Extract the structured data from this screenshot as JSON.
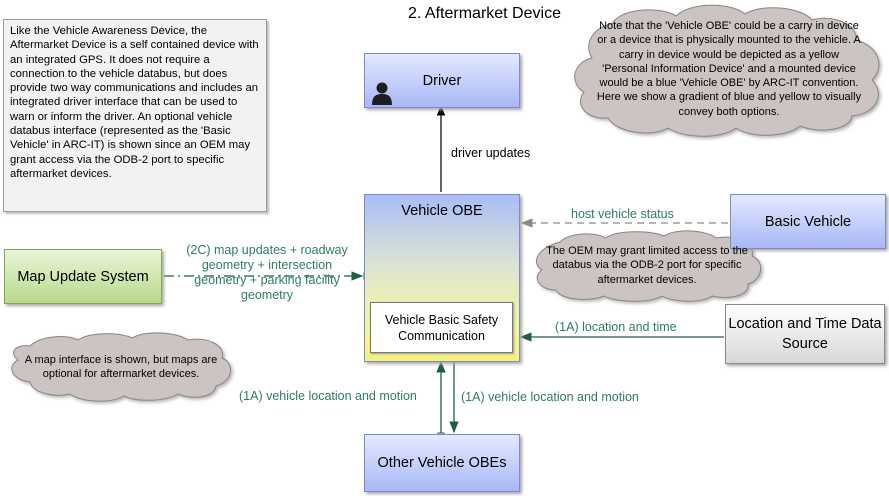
{
  "title": "2. Aftermarket Device",
  "intro_note": "Like the Vehicle Awareness Device, the Aftermarket Device is a self contained device with an integrated GPS.  It does not require a connection to the vehicle databus, but does provide two way communications and includes an integrated driver interface that can be used to warn or inform the driver. An optional vehicle databus interface (represented as the 'Basic Vehicle' in ARC-IT) is shown since an OEM may grant access via the ODB-2 port to specific aftermarket devices.",
  "nodes": {
    "driver": "Driver",
    "vehicle_obe": "Vehicle OBE",
    "vbsc": "Vehicle Basic Safety Communication",
    "basic_vehicle": "Basic Vehicle",
    "map_update_system": "Map Update System",
    "location_time": "Location and Time Data Source",
    "other_obes": "Other Vehicle OBEs"
  },
  "flows": {
    "driver_updates": "driver updates",
    "host_vehicle_status": "host vehicle status",
    "map_updates": "(2C) map updates + roadway geometry + intersection geometry + parking facility geometry",
    "location_and_time": "(1A) location and time",
    "vlm_in": "(1A) vehicle location and motion",
    "vlm_out": "(1A) vehicle location and motion"
  },
  "clouds": {
    "obe_note": "Note that the 'Vehicle OBE' could be a carry in device or a device that is physically mounted to the vehicle.  A carry in device would be depicted as a yellow 'Personal Information Device' and a mounted device would be a blue 'Vehicle OBE' by ARC-IT convention.  Here we show a gradient of blue and yellow to visually convey both options.",
    "oem_note": "The OEM may grant limited access to the databus via the ODB-2 port for specific aftermarket devices.",
    "map_note": "A map interface is shown, but maps are optional for aftermarket devices."
  },
  "colors": {
    "flow_green": "#2e7d5e",
    "node_blue": "#a9b8f7",
    "node_green": "#b9d98c",
    "cloud_grey": "#ccc4c2"
  }
}
